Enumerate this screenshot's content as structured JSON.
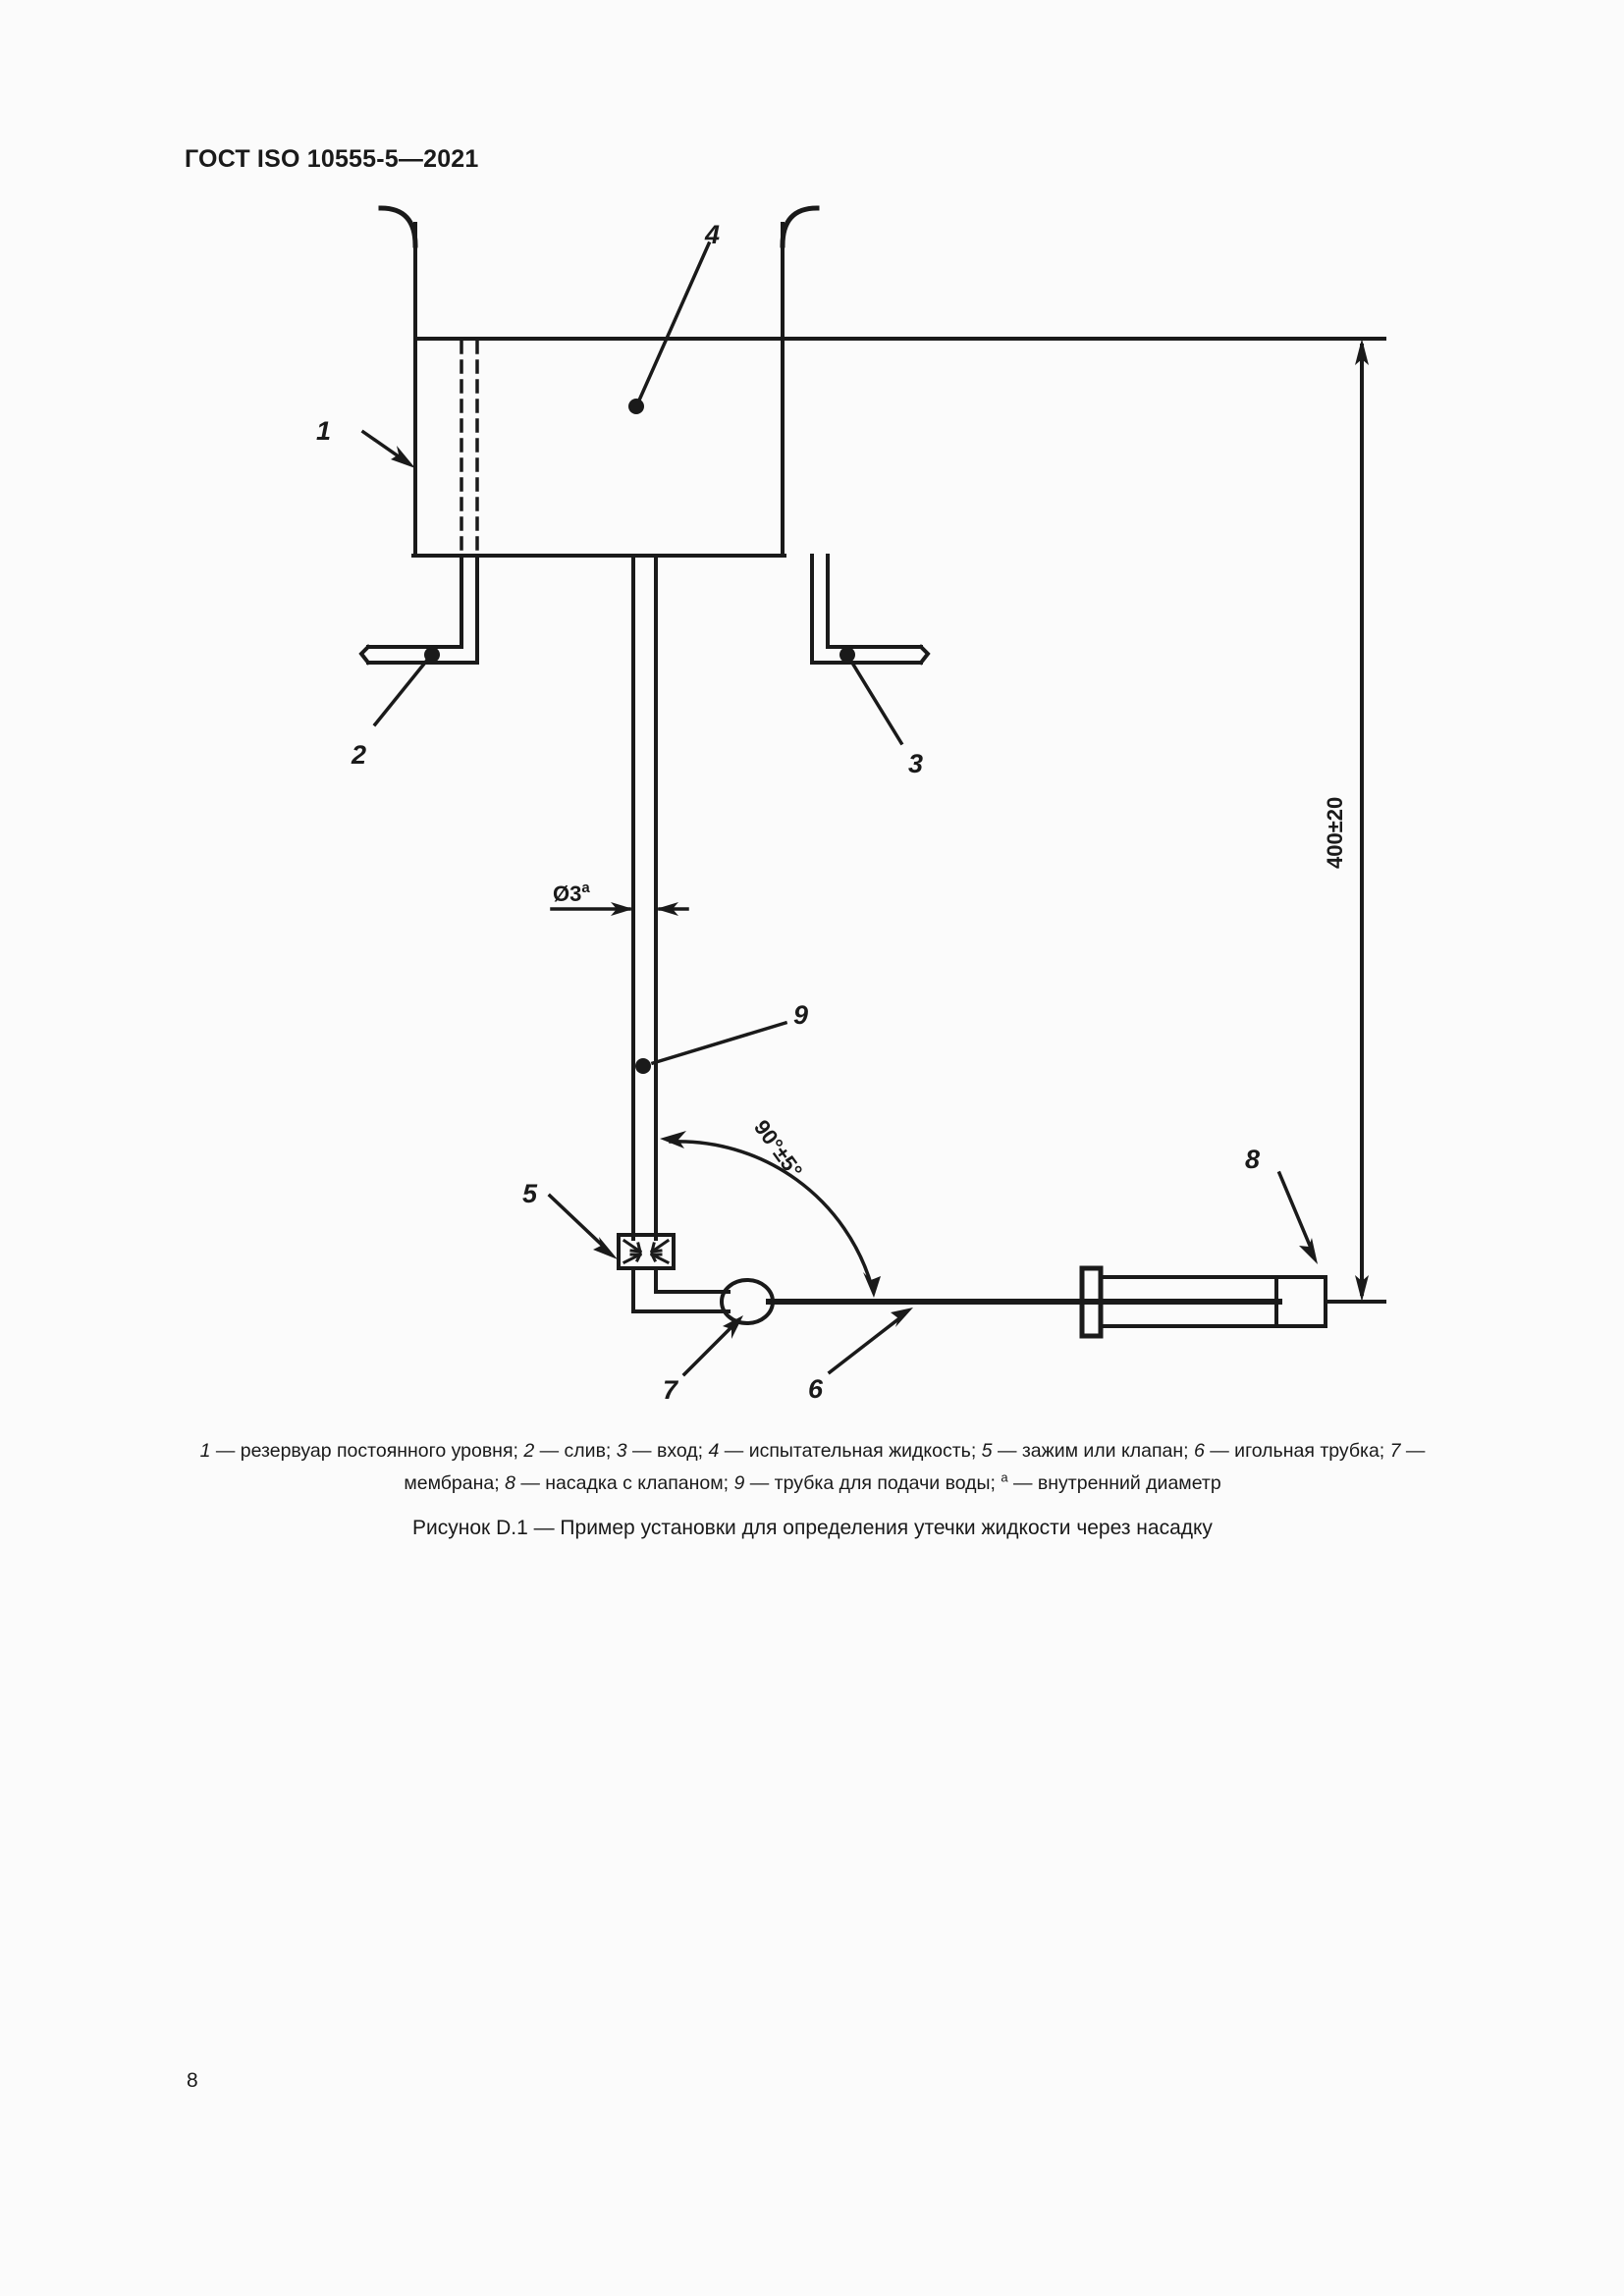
{
  "document": {
    "header": "ГОСТ ISO 10555-5—2021",
    "page_number": "8"
  },
  "figure": {
    "caption": "Рисунок D.1 — Пример установки для определения утечки жидкости через насадку",
    "legend_line1": "1 — резервуар постоянного уровня; 2 — слив; 3 — вход; 4 — испытательная жидкость; 5 — зажим или клапан; 6 — игольная",
    "legend_line2_pre": "трубка; 7 — мембрана; 8 — насадка с клапаном; 9 — трубка для подачи воды; ",
    "legend_line2_sup": "a",
    "legend_line2_post": " — внутренний диаметр",
    "callouts": {
      "c1": "1",
      "c2": "2",
      "c3": "3",
      "c4": "4",
      "c5": "5",
      "c6": "6",
      "c7": "7",
      "c8": "8",
      "c9": "9"
    },
    "dimensions": {
      "height": "400±20",
      "diameter": "Ø3",
      "diameter_sup": "a",
      "angle": "90°±5°"
    },
    "colors": {
      "line": "#1a1a1a",
      "page_bg": "#fbfbfb"
    }
  }
}
